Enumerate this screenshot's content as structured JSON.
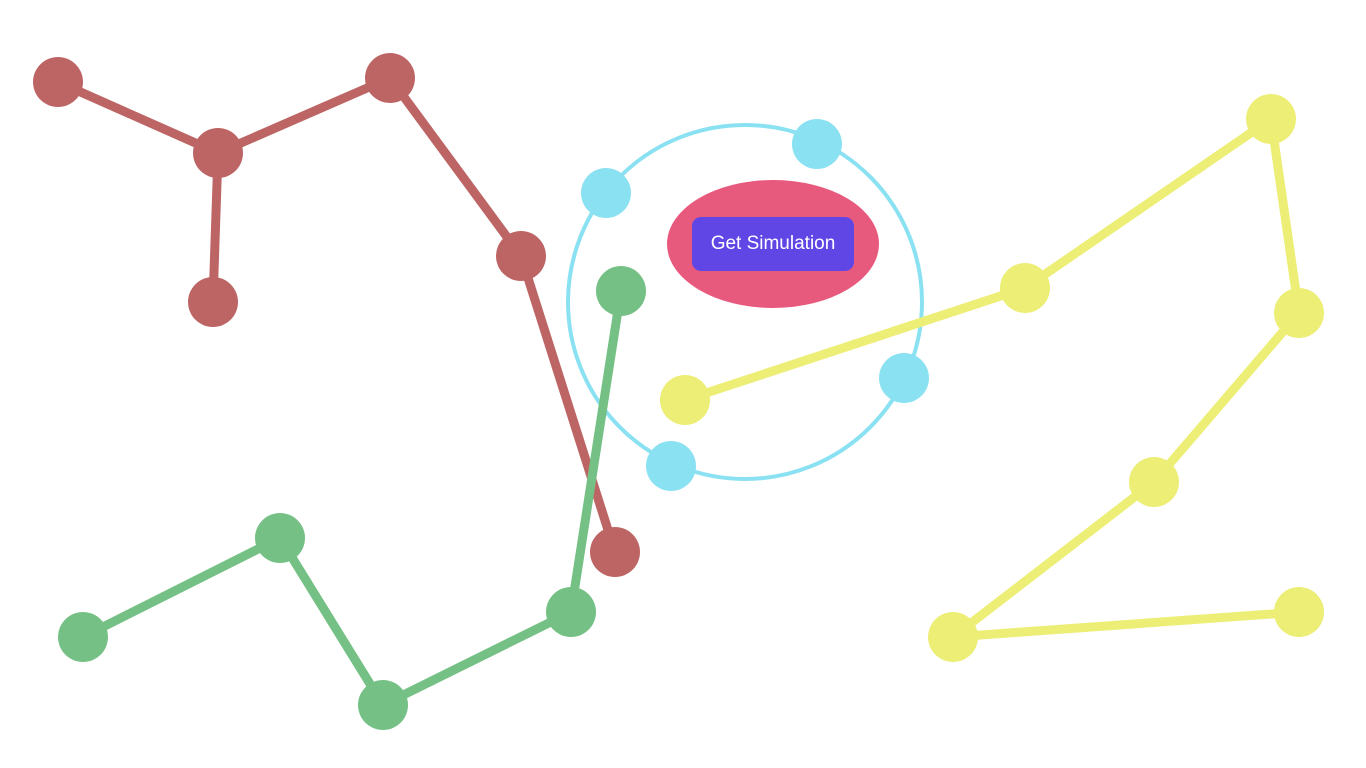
{
  "cta": {
    "button_label": "Get Simulation"
  },
  "colors": {
    "background": "#ffffff",
    "red_chain": "#bd6565",
    "green_chain": "#75c185",
    "yellow_chain": "#ecee76",
    "cyan_ring": "#8ae1f2",
    "cta_ellipse": "#e8597e",
    "cta_button": "#6146e6"
  },
  "chains": [
    {
      "name": "red-chain",
      "color_key": "red_chain",
      "nodes": [
        "r1",
        "r2",
        "r3",
        "r4",
        "r5",
        "r6"
      ],
      "edges": [
        [
          "r1",
          "r2"
        ],
        [
          "r2",
          "r3"
        ],
        [
          "r2",
          "r4"
        ],
        [
          "r3",
          "r5"
        ],
        [
          "r5",
          "r6"
        ]
      ]
    },
    {
      "name": "green-chain",
      "color_key": "green_chain",
      "nodes": [
        "g1",
        "g2",
        "g3",
        "g4",
        "g5"
      ],
      "edges": [
        [
          "g1",
          "g2"
        ],
        [
          "g2",
          "g3"
        ],
        [
          "g3",
          "g4"
        ],
        [
          "g4",
          "g5"
        ]
      ]
    },
    {
      "name": "yellow-chain",
      "color_key": "yellow_chain",
      "nodes": [
        "y1",
        "y2",
        "y3",
        "y4",
        "y5",
        "y6",
        "y7"
      ],
      "edges": [
        [
          "y1",
          "y2"
        ],
        [
          "y2",
          "y3"
        ],
        [
          "y3",
          "y4"
        ],
        [
          "y4",
          "y5"
        ],
        [
          "y5",
          "y6"
        ],
        [
          "y6",
          "y7"
        ]
      ]
    }
  ],
  "ring": {
    "name": "cyan-ring",
    "color_key": "cyan_ring",
    "nodes": [
      "c1",
      "c2",
      "c3",
      "c4"
    ]
  }
}
